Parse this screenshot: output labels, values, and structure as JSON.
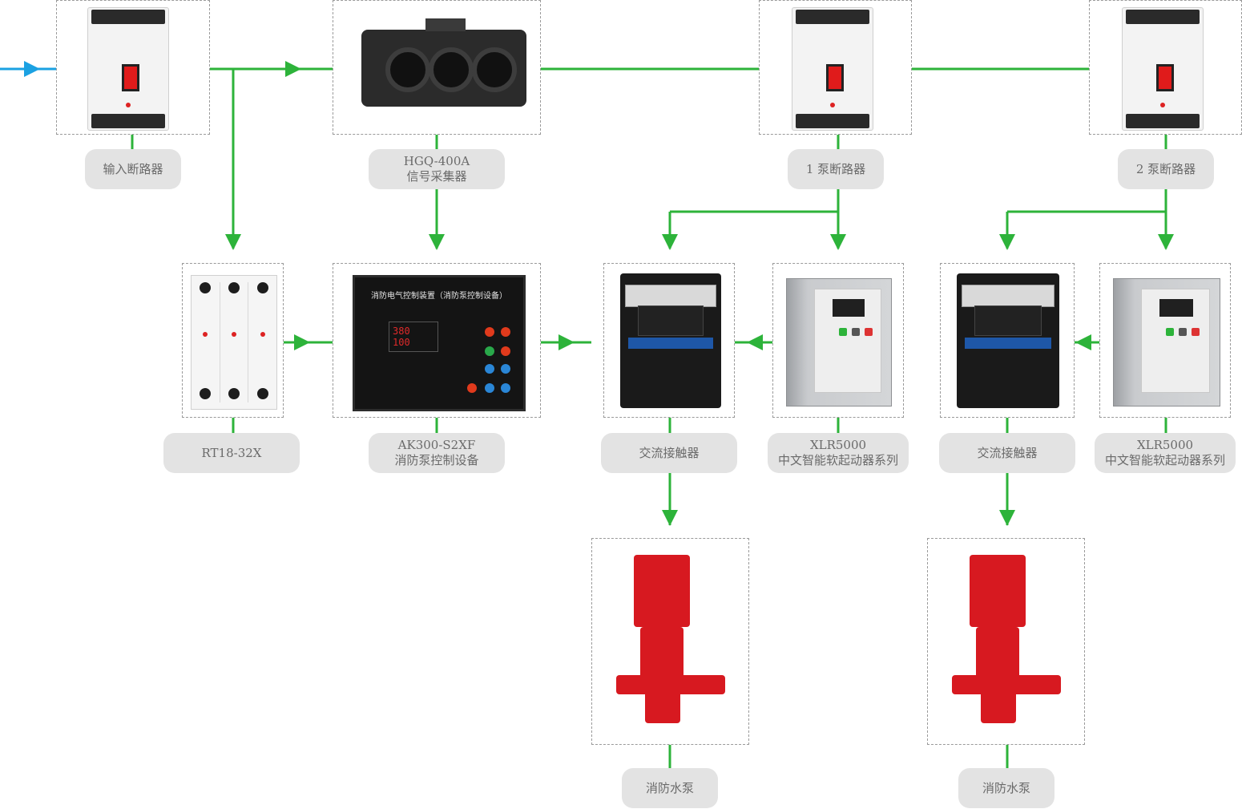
{
  "colors": {
    "connector_green": "#2db33a",
    "input_blue": "#1ba1e2",
    "label_bg": "#e3e3e3",
    "label_text": "#6a6a6a",
    "pump_red": "#d71920"
  },
  "nodes": {
    "input_breaker": {
      "label": [
        "输入断路器"
      ],
      "icon": "breaker-icon"
    },
    "signal_collector": {
      "label": [
        "HGQ-400A",
        "信号采集器"
      ],
      "icon": "current-sensor-icon"
    },
    "pump1_breaker": {
      "label": [
        "1 泵断路器"
      ],
      "icon": "breaker-icon"
    },
    "pump2_breaker": {
      "label": [
        "2 泵断路器"
      ],
      "icon": "breaker-icon"
    },
    "fuse": {
      "label": [
        "RT18-32X"
      ],
      "icon": "fuse-holder-icon"
    },
    "control_device": {
      "label": [
        "AK300-S2XF",
        "消防泵控制设备"
      ],
      "icon": "control-panel-icon",
      "panel_title": "消防电气控制装置（消防泵控制设备）",
      "display_lines": [
        "380",
        "100"
      ]
    },
    "contactor1": {
      "label": [
        "交流接触器"
      ],
      "icon": "contactor-icon"
    },
    "softstarter1": {
      "label": [
        "XLR5000",
        "中文智能软起动器系列"
      ],
      "icon": "soft-starter-icon"
    },
    "contactor2": {
      "label": [
        "交流接触器"
      ],
      "icon": "contactor-icon"
    },
    "softstarter2": {
      "label": [
        "XLR5000",
        "中文智能软起动器系列"
      ],
      "icon": "soft-starter-icon"
    },
    "pump1": {
      "label": [
        "消防水泵"
      ],
      "icon": "fire-pump-icon"
    },
    "pump2": {
      "label": [
        "消防水泵"
      ],
      "icon": "fire-pump-icon"
    }
  }
}
